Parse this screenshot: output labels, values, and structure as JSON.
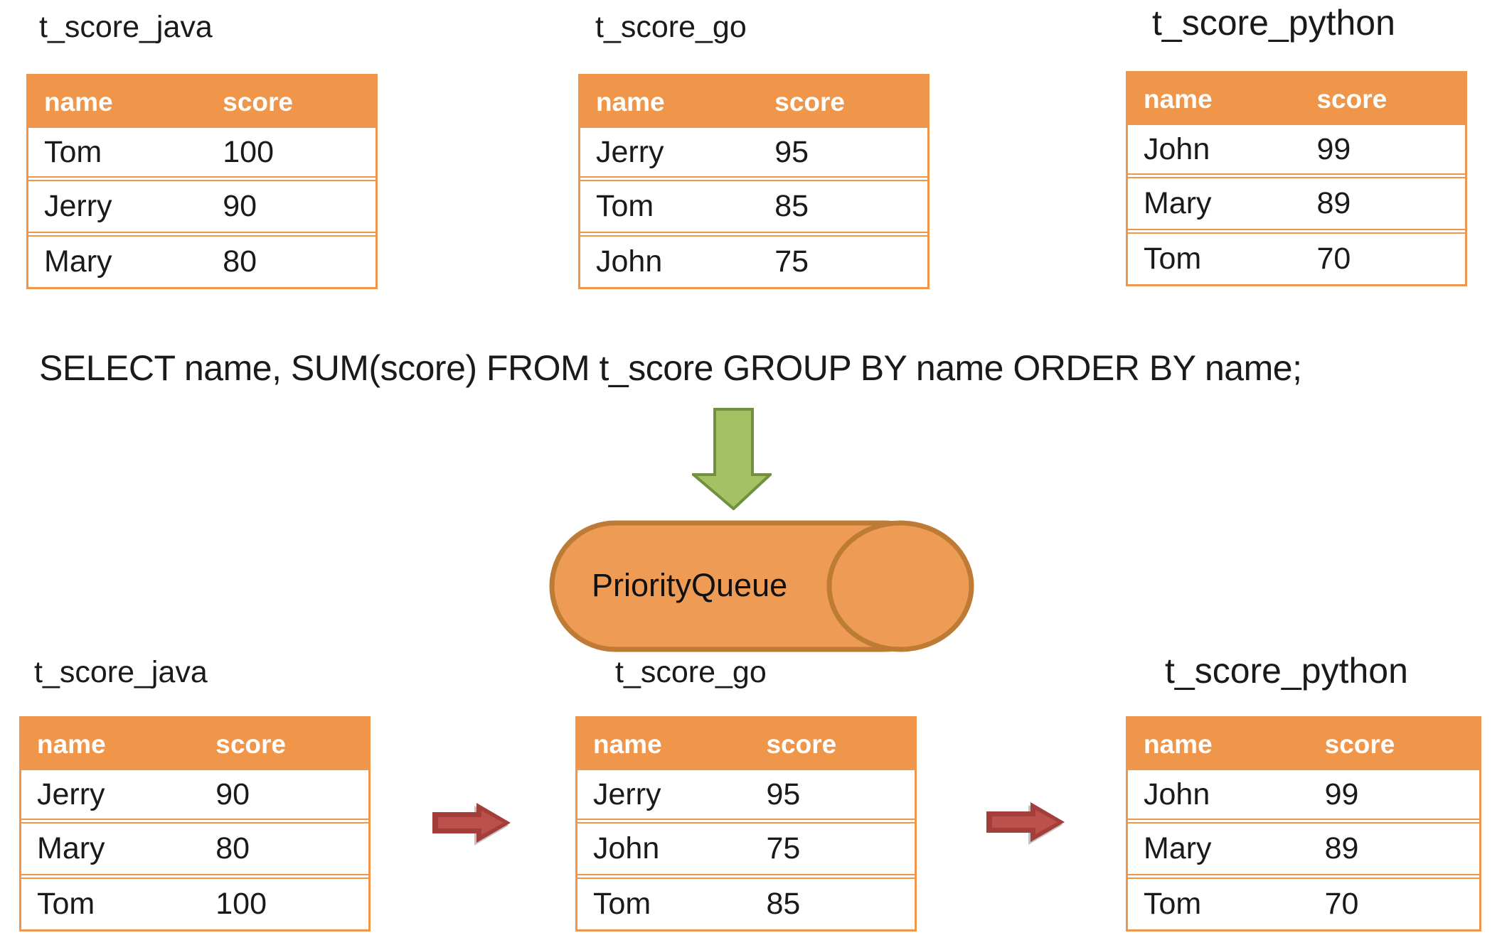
{
  "diagram": {
    "sql_query": "SELECT name, SUM(score) FROM t_score GROUP BY name ORDER BY name;",
    "queue_label": "PriorityQueue",
    "columns": [
      "name",
      "score"
    ],
    "top_tables": [
      {
        "title": "t_score_java",
        "rows": [
          [
            "Tom",
            "100"
          ],
          [
            "Jerry",
            "90"
          ],
          [
            "Mary",
            "80"
          ]
        ]
      },
      {
        "title": "t_score_go",
        "rows": [
          [
            "Jerry",
            "95"
          ],
          [
            "Tom",
            "85"
          ],
          [
            "John",
            "75"
          ]
        ]
      },
      {
        "title": "t_score_python",
        "rows": [
          [
            "John",
            "99"
          ],
          [
            "Mary",
            "89"
          ],
          [
            "Tom",
            "70"
          ]
        ]
      }
    ],
    "bottom_tables": [
      {
        "title": "t_score_java",
        "rows": [
          [
            "Jerry",
            "90"
          ],
          [
            "Mary",
            "80"
          ],
          [
            "Tom",
            "100"
          ]
        ]
      },
      {
        "title": "t_score_go",
        "rows": [
          [
            "Jerry",
            "95"
          ],
          [
            "John",
            "75"
          ],
          [
            "Tom",
            "85"
          ]
        ]
      },
      {
        "title": "t_score_python",
        "rows": [
          [
            "John",
            "99"
          ],
          [
            "Mary",
            "89"
          ],
          [
            "Tom",
            "70"
          ]
        ]
      }
    ],
    "colors": {
      "table_orange": "#F0964B",
      "cylinder_fill": "#ED9B55",
      "cylinder_stroke": "#BE7B35",
      "green_arrow_fill": "#A4C163",
      "green_arrow_stroke": "#719040",
      "red_arrow_outer": "#A33E3B",
      "red_arrow_inner": "#BC504C"
    }
  }
}
